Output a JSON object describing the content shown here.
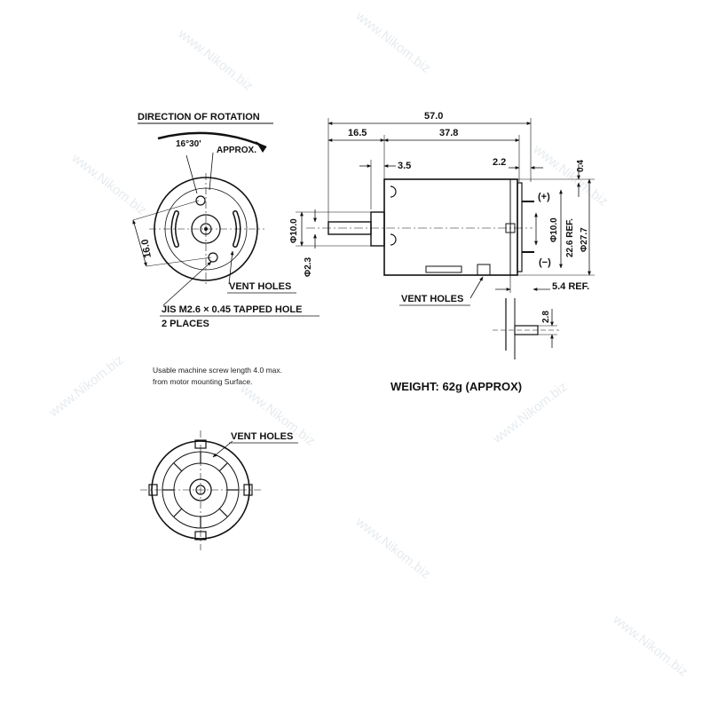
{
  "front_view": {
    "direction_label": "DIRECTION OF ROTATION",
    "angle_label": "16°30'",
    "approx_label": "APPROX.",
    "dim_16": "16.0",
    "dim_10": "Φ10.0",
    "dim_2_3": "Φ2.3",
    "vent_holes": "VENT HOLES",
    "tapped_hole": "JIS M2.6 × 0.45 TAPPED HOLE",
    "places": "2 PLACES"
  },
  "note": {
    "line1": "Usable machine screw length 4.0 max.",
    "line2": "from motor mounting Surface."
  },
  "side_view": {
    "dim_total": "57.0",
    "dim_shaft": "16.5",
    "dim_body": "37.8",
    "dim_boss": "3.5",
    "dim_end": "2.2",
    "dim_04": "0.4",
    "plus": "(+)",
    "minus": "(−)",
    "dim_bush": "Φ10.0",
    "dim_ref": "22.6 REF.",
    "dim_dia": "Φ27.7",
    "vent_holes": "VENT HOLES",
    "dim_54": "5.4 REF.",
    "dim_28": "2.8",
    "weight": "WEIGHT: 62g (APPROX)"
  },
  "rear_view": {
    "vent_holes": "VENT HOLES"
  },
  "watermark": {
    "text": "www.Nikom.biz"
  },
  "colors": {
    "line": "#111111",
    "watermark": "#b9c7d2"
  }
}
